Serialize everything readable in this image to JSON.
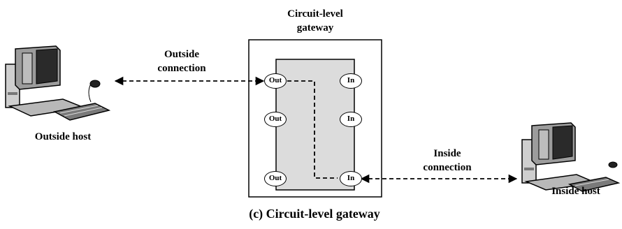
{
  "gateway": {
    "title_line1": "Circuit-level",
    "title_line2": "gateway",
    "ports_out": [
      "Out",
      "Out",
      "Out"
    ],
    "ports_in": [
      "In",
      "In",
      "In"
    ]
  },
  "outside": {
    "host_label": "Outside host",
    "connection_line1": "Outside",
    "connection_line2": "connection"
  },
  "inside": {
    "host_label": "Inside host",
    "connection_line1": "Inside",
    "connection_line2": "connection"
  },
  "caption": "(c) Circuit-level gateway",
  "icons": {
    "host": "desktop-computer-icon"
  },
  "colors": {
    "inner_box_fill": "#dcdcdc",
    "outer_box_fill": "#ffffff",
    "line": "#000000"
  }
}
